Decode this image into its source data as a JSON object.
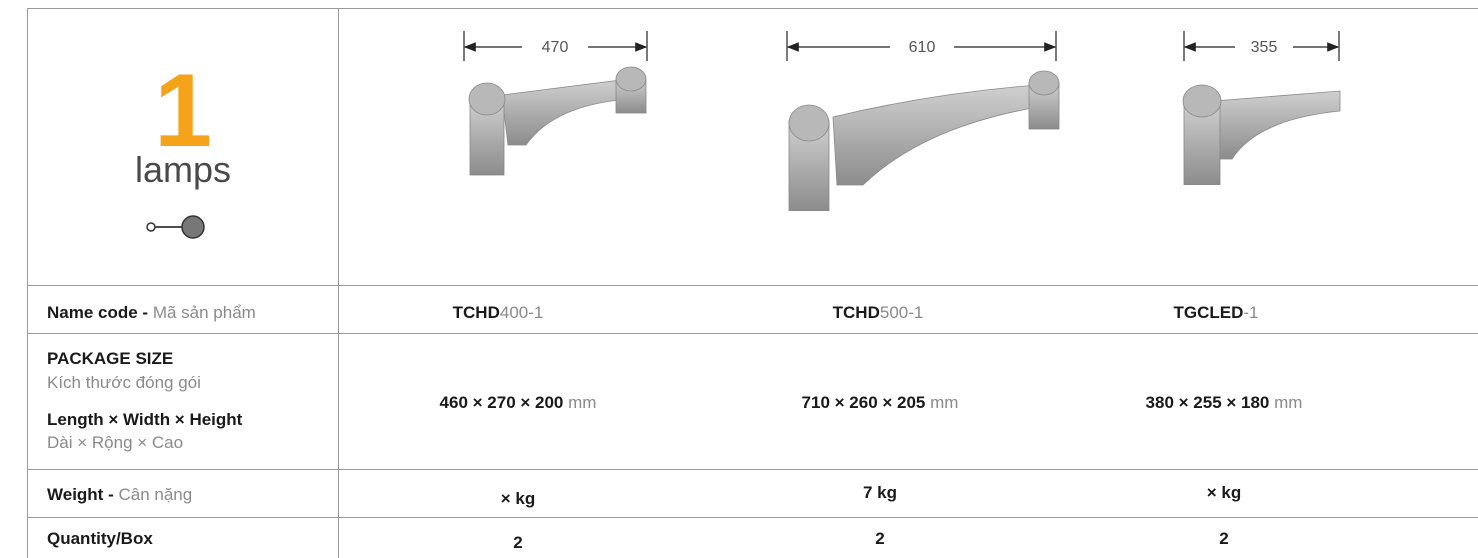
{
  "lamps": {
    "count": "1",
    "label": "lamps",
    "symbol_icon": "single-lamp-connector-icon"
  },
  "products": [
    {
      "code_bold": "TCHD",
      "code_rest": "400-1",
      "dimension": "470",
      "package_dims": "460 × 270 × 200",
      "package_unit": "mm",
      "weight": "× kg",
      "quantity": "2"
    },
    {
      "code_bold": "TCHD",
      "code_rest": "500-1",
      "dimension": "610",
      "package_dims": "710 × 260 × 205",
      "package_unit": "mm",
      "weight": "7 kg",
      "quantity": "2"
    },
    {
      "code_bold": "TGCLED",
      "code_rest": "-1",
      "dimension": "355",
      "package_dims": "380 × 255 × 180",
      "package_unit": "mm",
      "weight": "× kg",
      "quantity": "2"
    }
  ],
  "rows": {
    "name_code": {
      "en": "Name code -",
      "vi": "Mã sản phẩm"
    },
    "package_size": {
      "en": "PACKAGE SIZE",
      "vi": "Kích thước đóng gói",
      "dims_en": "Length × Width × Height",
      "dims_vi": "Dài × Rộng × Cao"
    },
    "weight": {
      "en": "Weight -",
      "vi": "Cân nặng"
    },
    "quantity": {
      "en": "Quantity/Box"
    }
  },
  "colors": {
    "accent": "#f5a31a",
    "border": "#9a9a9a",
    "muted": "#8a8a8a"
  }
}
